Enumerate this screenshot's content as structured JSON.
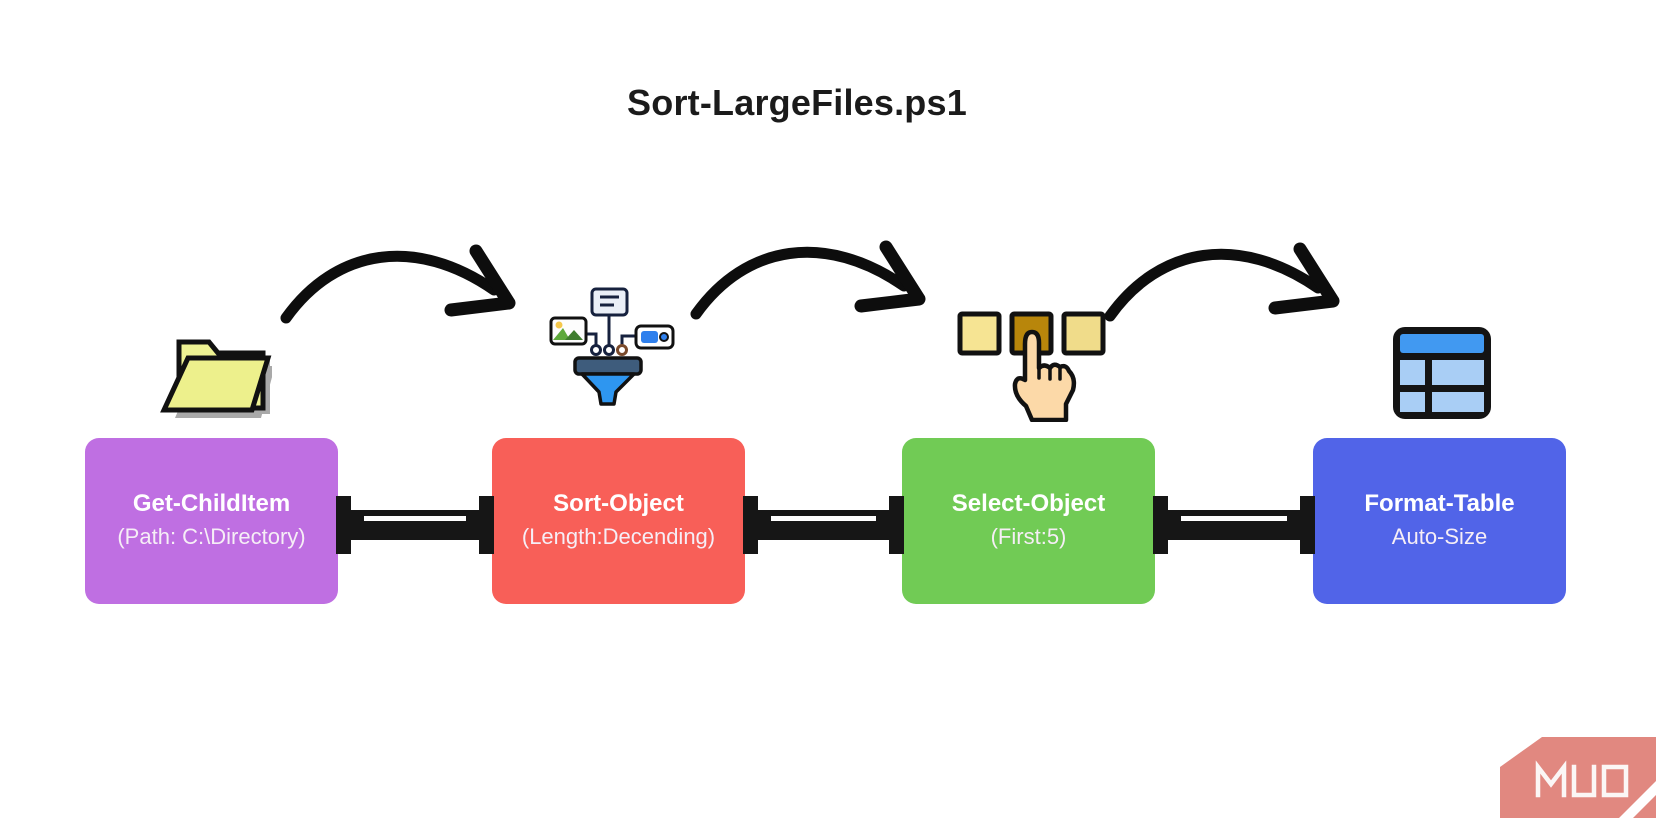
{
  "title": "Sort-LargeFiles.ps1",
  "pipeline": {
    "steps": [
      {
        "command": "Get-ChildItem",
        "parameter": "(Path: C:\\Directory)",
        "color": "#bf6fe2",
        "icon": "folder-icon"
      },
      {
        "command": "Sort-Object",
        "parameter": "(Length:Decending)",
        "color": "#f85f58",
        "icon": "funnel-sort-icon"
      },
      {
        "command": "Select-Object",
        "parameter": "(First:5)",
        "color": "#71cb55",
        "icon": "select-hand-icon"
      },
      {
        "command": "Format-Table",
        "parameter": "Auto-Size",
        "color": "#5164e8",
        "icon": "table-icon"
      }
    ],
    "connector_color": "#161616",
    "arrow_color": "#0d0d0d"
  },
  "logo": {
    "text": "MUO",
    "color": "#e18880"
  }
}
